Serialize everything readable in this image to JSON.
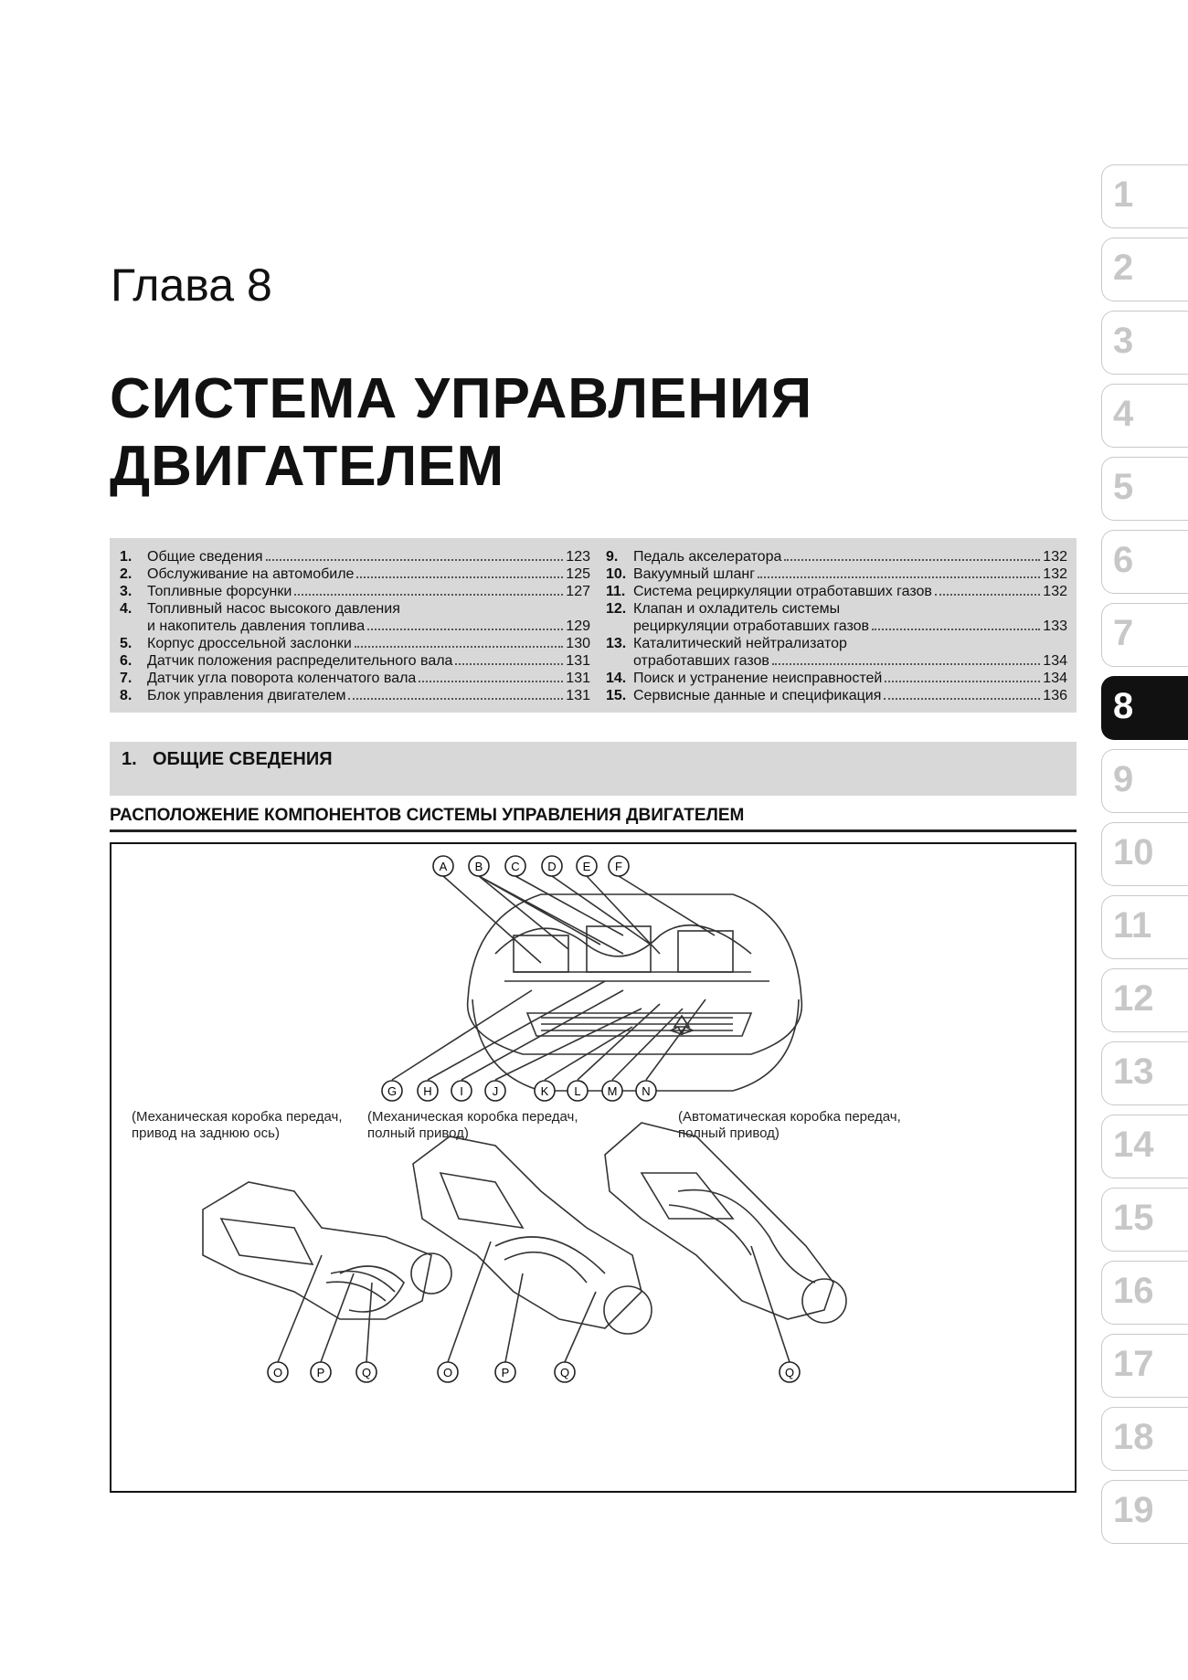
{
  "chapter_label": "Глава 8",
  "title_line1": "СИСТЕМА УПРАВЛЕНИЯ",
  "title_line2": "ДВИГАТЕЛЕМ",
  "toc_left": [
    {
      "num": "1.",
      "lines": [
        {
          "label": "Общие сведения",
          "page": "123"
        }
      ]
    },
    {
      "num": "2.",
      "lines": [
        {
          "label": "Обслуживание на автомобиле",
          "page": "125"
        }
      ]
    },
    {
      "num": "3.",
      "lines": [
        {
          "label": "Топливные форсунки",
          "page": "127"
        }
      ]
    },
    {
      "num": "4.",
      "lines": [
        {
          "label": "Топливный насос высокого давления",
          "page": ""
        },
        {
          "label": "и накопитель давления топлива",
          "page": "129"
        }
      ]
    },
    {
      "num": "5.",
      "lines": [
        {
          "label": "Корпус дроссельной заслонки",
          "page": "130"
        }
      ]
    },
    {
      "num": "6.",
      "lines": [
        {
          "label": "Датчик положения распределительного вала",
          "page": "131"
        }
      ]
    },
    {
      "num": "7.",
      "lines": [
        {
          "label": "Датчик угла поворота коленчатого вала",
          "page": "131"
        }
      ]
    },
    {
      "num": "8.",
      "lines": [
        {
          "label": "Блок управления двигателем",
          "page": "131"
        }
      ]
    }
  ],
  "toc_right": [
    {
      "num": "9.",
      "lines": [
        {
          "label": "Педаль акселератора",
          "page": "132"
        }
      ]
    },
    {
      "num": "10.",
      "lines": [
        {
          "label": "Вакуумный шланг",
          "page": "132"
        }
      ]
    },
    {
      "num": "11.",
      "lines": [
        {
          "label": "Система рециркуляции отработавших газов",
          "page": "132"
        }
      ]
    },
    {
      "num": "12.",
      "lines": [
        {
          "label": "Клапан и охладитель системы",
          "page": ""
        },
        {
          "label": "рециркуляции отработавших газов",
          "page": "133"
        }
      ]
    },
    {
      "num": "13.",
      "lines": [
        {
          "label": "Каталитический нейтрализатор",
          "page": ""
        },
        {
          "label": "отработавших газов",
          "page": "134"
        }
      ]
    },
    {
      "num": "14.",
      "lines": [
        {
          "label": "Поиск и устранение неисправностей",
          "page": "134"
        }
      ]
    },
    {
      "num": "15.",
      "lines": [
        {
          "label": "Сервисные данные и спецификация",
          "page": "136"
        }
      ]
    }
  ],
  "section": {
    "num": "1.",
    "title": "ОБЩИЕ СВЕДЕНИЯ"
  },
  "subheading": "РАСПОЛОЖЕНИЕ КОМПОНЕНТОВ СИСТЕМЫ УПРАВЛЕНИЯ ДВИГАТЕЛЕМ",
  "figure": {
    "top_labels": [
      "A",
      "B",
      "C",
      "D",
      "E",
      "F"
    ],
    "bottom_labels": [
      "G",
      "H",
      "I",
      "J",
      "K",
      "L",
      "M",
      "N"
    ],
    "gearbox_labels": [
      "O",
      "P",
      "Q",
      "O",
      "P",
      "Q",
      "Q"
    ],
    "caption1_line1": "(Механическая коробка передач,",
    "caption1_line2": "привод на заднюю ось)",
    "caption2_line1": "(Механическая коробка передач,",
    "caption2_line2": "полный привод)",
    "caption3_line1": "(Автоматическая коробка передач,",
    "caption3_line2": "полный привод)"
  },
  "side_tabs": [
    "1",
    "2",
    "3",
    "4",
    "5",
    "6",
    "7",
    "8",
    "9",
    "10",
    "11",
    "12",
    "13",
    "14",
    "15",
    "16",
    "17",
    "18",
    "19"
  ],
  "active_tab": "8"
}
